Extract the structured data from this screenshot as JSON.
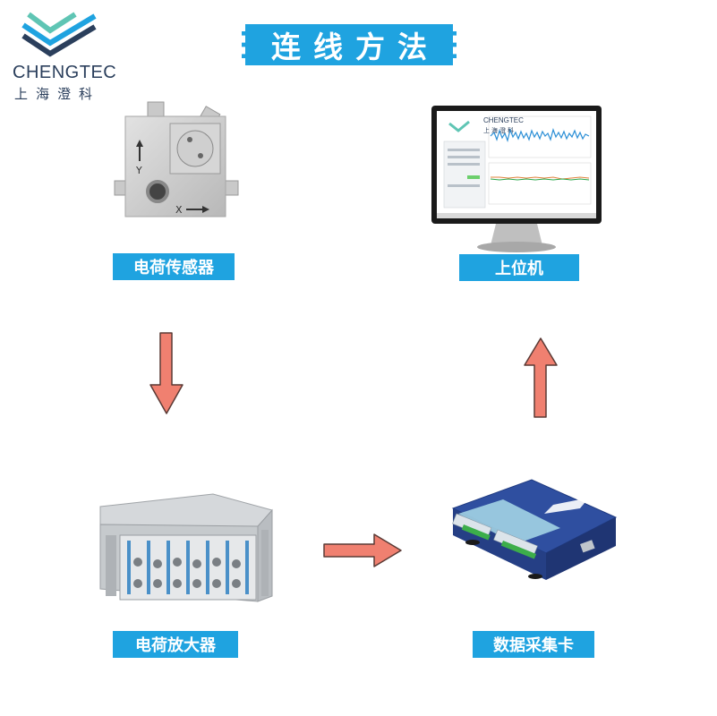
{
  "logo": {
    "name_en": "CHENGTEC",
    "name_cn": "上海澄科"
  },
  "title": "连线方法",
  "nodes": {
    "sensor": {
      "label": "电荷传感器"
    },
    "host": {
      "label": "上位机",
      "screen_brand_en": "CHENGTEC",
      "screen_brand_cn": "上海澄科"
    },
    "amplifier": {
      "label": "电荷放大器"
    },
    "daq": {
      "label": "数据采集卡"
    }
  },
  "colors": {
    "accent": "#1fa3e0",
    "arrow_fill": "#f08070",
    "arrow_stroke": "#5a3a35",
    "logo": "#2b3f5c"
  }
}
